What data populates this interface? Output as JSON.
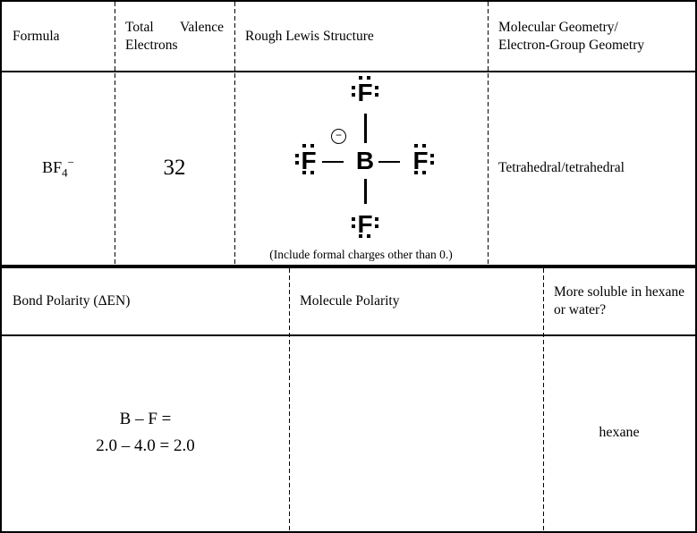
{
  "colors": {
    "ink": "#000000",
    "paper": "#ffffff"
  },
  "top": {
    "header_formula": "Formula",
    "header_valence": "Total Valence Electrons",
    "header_lewis": "Rough Lewis Structure",
    "header_geometry_line1": "Molecular Geometry/",
    "header_geometry_line2": "Electron-Group Geometry",
    "formula_base": "BF",
    "formula_sub": "4",
    "formula_sup": "−",
    "valence_value": "32",
    "geometry_value": "Tetrahedral/tetrahedral",
    "lewis_caption": "(Include formal charges other than 0.)"
  },
  "lewis": {
    "center_atom": "B",
    "charge": "−",
    "atoms": {
      "top": "F",
      "left": "F",
      "right": "F",
      "bottom": "F"
    }
  },
  "bottom": {
    "header_bond_polarity": "Bond Polarity (ΔEN)",
    "header_molecule_polarity": "Molecule Polarity",
    "header_soluble": "More soluble in hexane or water?",
    "bond_polarity_line1": "B – F =",
    "bond_polarity_line2": "2.0 – 4.0 = 2.0",
    "molecule_polarity_value": "",
    "soluble_value": "hexane"
  }
}
